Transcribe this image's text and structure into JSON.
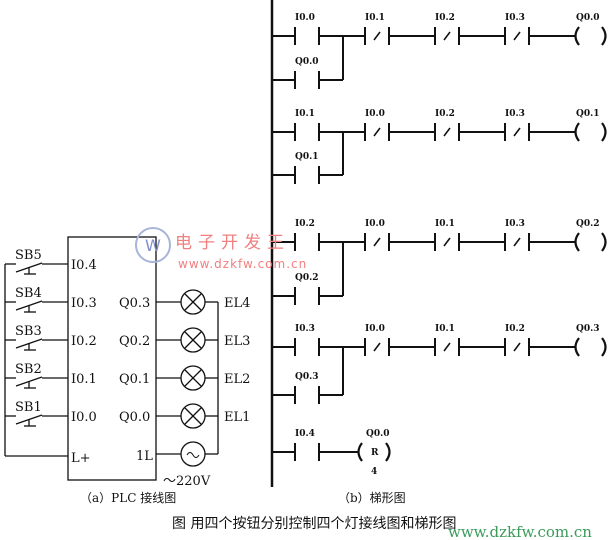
{
  "wiring": {
    "caption": "（a）PLC 接线图",
    "inputs": [
      {
        "switch": "SB5",
        "terminal": "I0.4"
      },
      {
        "switch": "SB4",
        "terminal": "I0.3"
      },
      {
        "switch": "SB3",
        "terminal": "I0.2"
      },
      {
        "switch": "SB2",
        "terminal": "I0.1"
      },
      {
        "switch": "SB1",
        "terminal": "I0.0"
      }
    ],
    "common_input": "L+",
    "outputs": [
      {
        "terminal": "Q0.3",
        "lamp": "EL4"
      },
      {
        "terminal": "Q0.2",
        "lamp": "EL3"
      },
      {
        "terminal": "Q0.1",
        "lamp": "EL2"
      },
      {
        "terminal": "Q0.0",
        "lamp": "EL1"
      }
    ],
    "common_output": "1L",
    "supply": "～220V"
  },
  "ladder": {
    "caption": "（b）梯形图",
    "rungs": [
      {
        "contacts": [
          {
            "label": "I0.0",
            "type": "NO"
          },
          {
            "label": "I0.1",
            "type": "NC"
          },
          {
            "label": "I0.2",
            "type": "NC"
          },
          {
            "label": "I0.3",
            "type": "NC"
          }
        ],
        "latch": "Q0.0",
        "coil": "Q0.0",
        "coil_text": "",
        "coil_sub": ""
      },
      {
        "contacts": [
          {
            "label": "I0.1",
            "type": "NO"
          },
          {
            "label": "I0.0",
            "type": "NC"
          },
          {
            "label": "I0.2",
            "type": "NC"
          },
          {
            "label": "I0.3",
            "type": "NC"
          }
        ],
        "latch": "Q0.1",
        "coil": "Q0.1",
        "coil_text": "",
        "coil_sub": ""
      },
      {
        "contacts": [
          {
            "label": "I0.2",
            "type": "NO"
          },
          {
            "label": "I0.0",
            "type": "NC"
          },
          {
            "label": "I0.1",
            "type": "NC"
          },
          {
            "label": "I0.3",
            "type": "NC"
          }
        ],
        "latch": "Q0.2",
        "coil": "Q0.2",
        "coil_text": "",
        "coil_sub": ""
      },
      {
        "contacts": [
          {
            "label": "I0.3",
            "type": "NO"
          },
          {
            "label": "I0.0",
            "type": "NC"
          },
          {
            "label": "I0.1",
            "type": "NC"
          },
          {
            "label": "I0.2",
            "type": "NC"
          }
        ],
        "latch": "Q0.3",
        "coil": "Q0.3",
        "coil_text": "",
        "coil_sub": ""
      },
      {
        "contacts": [
          {
            "label": "I0.4",
            "type": "NO"
          }
        ],
        "latch": "",
        "coil": "Q0.0",
        "coil_text": "R",
        "coil_sub": "4"
      }
    ]
  },
  "figure_caption": "图  用四个按钮分别控制四个灯接线图和梯形图",
  "watermark": {
    "logo_text": "电子开发王",
    "url": "www.dzkfw.com.cn",
    "footer_url": "www.dzkfw.com.cn"
  }
}
